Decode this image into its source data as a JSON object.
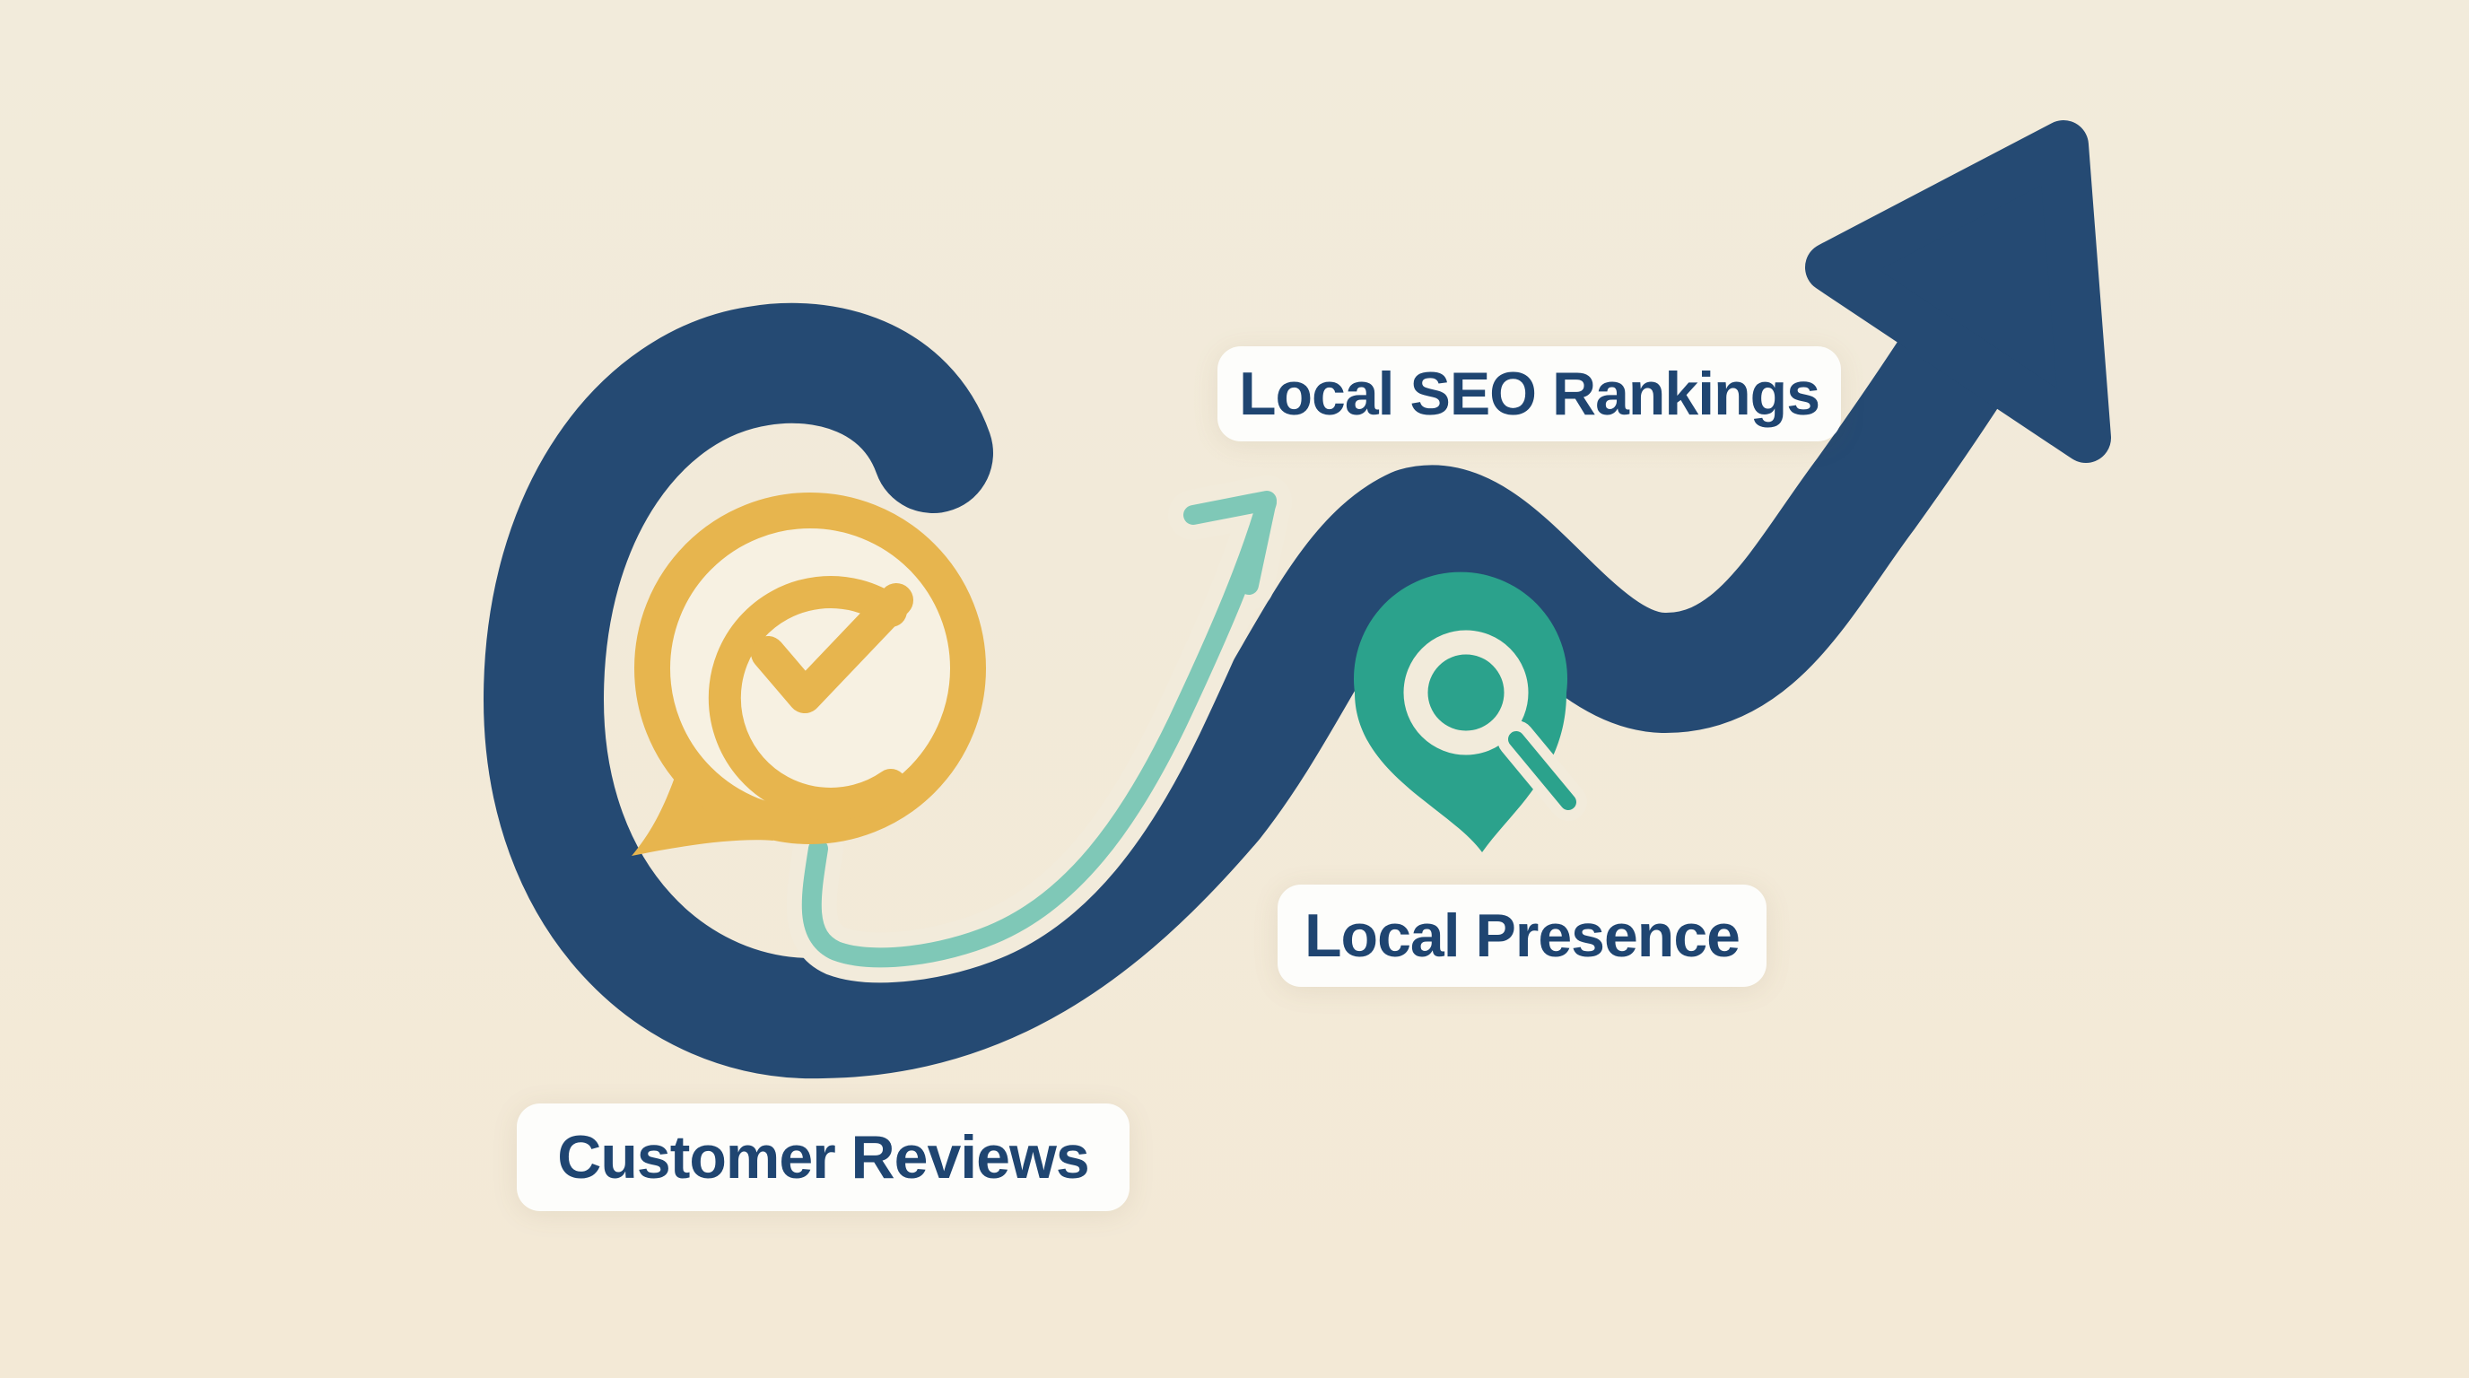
{
  "illustration": {
    "title": "Local SEO growth illustration",
    "labels": {
      "seo_rankings": "Local SEO Rankings",
      "local_presence": "Local Presence",
      "customer_reviews": "Customer Reviews"
    },
    "icons": {
      "growth_swoosh": "spiral-wave-growth-arrow",
      "speech_bubble_check": "speech-bubble-with-checkmark-icon",
      "location_pin_search": "location-pin-with-magnifier-icon",
      "trend_arrow": "curved-trend-arrow-icon"
    },
    "colors": {
      "navy": "#254a73",
      "cream": "#f2ebdb",
      "cream_deep": "#f3e9d6",
      "bubble_fill": "#f7f1e2",
      "gold": "#e7b54e",
      "teal": "#2ba28c",
      "teal_light": "#7fc8b7",
      "label_bg": "#fdfdfb",
      "label_text": "#1f4571"
    }
  }
}
